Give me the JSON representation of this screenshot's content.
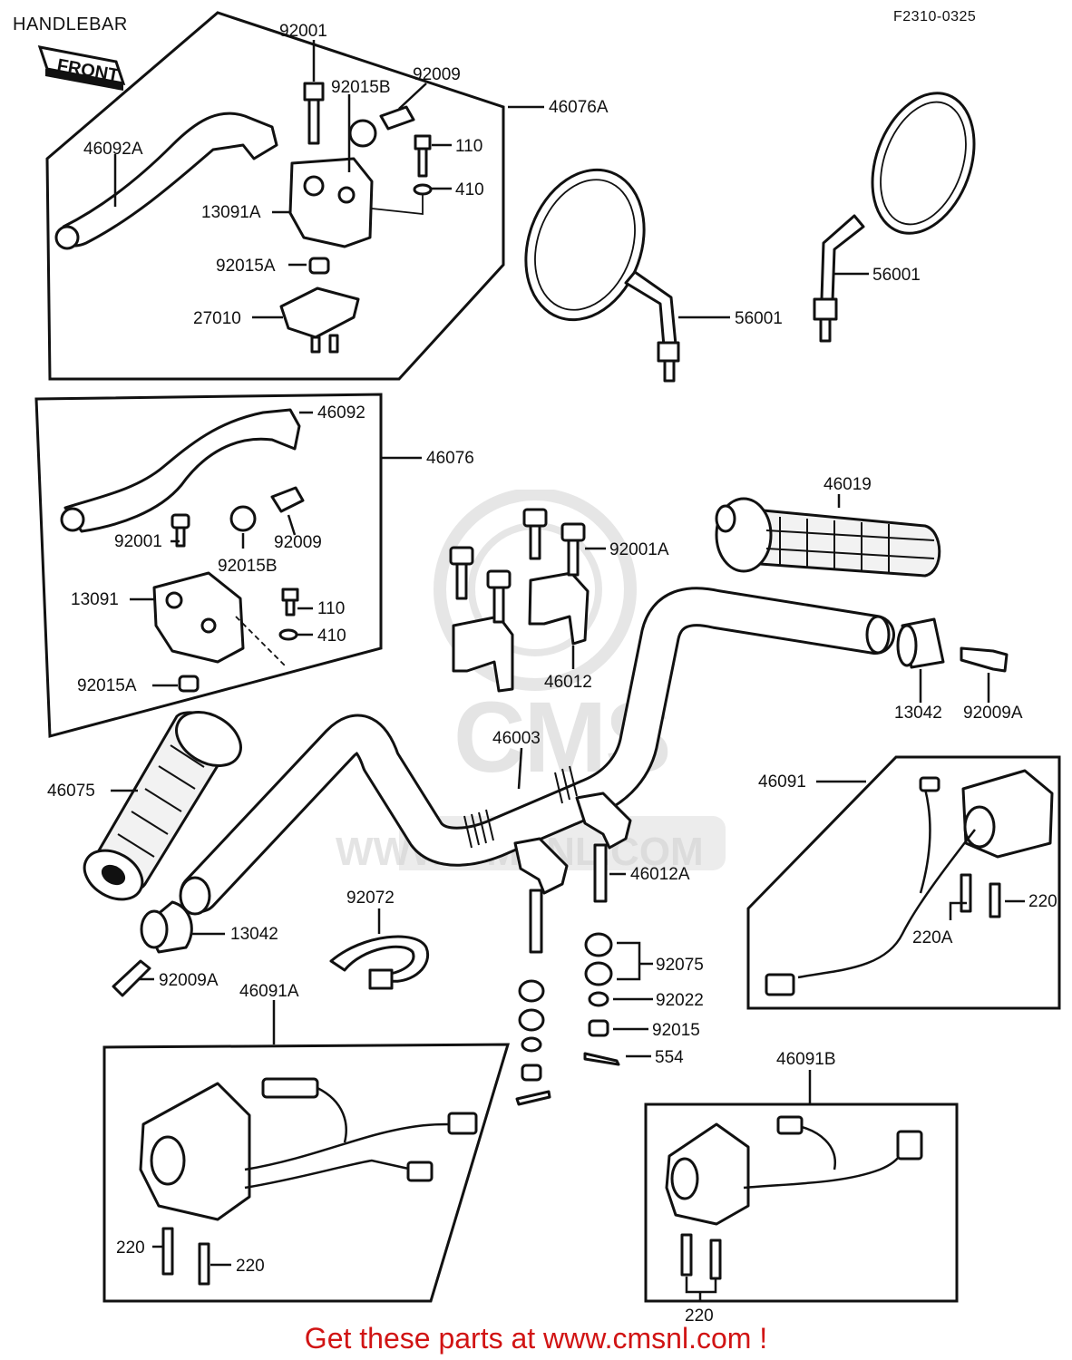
{
  "header": {
    "title": "HANDLEBAR",
    "diagram_code": "F2310-0325"
  },
  "front_marker": "FRONT",
  "watermark": {
    "brand": "CMS",
    "url": "WWW.CMSNL.COM"
  },
  "footer": {
    "text": "Get these parts at www.cmsnl.com !"
  },
  "groups": {
    "clutch_lever_assembly": {
      "label": "46076A",
      "parts": [
        "92001",
        "92015B",
        "92009",
        "110",
        "46092A",
        "410",
        "13091A",
        "92015A",
        "27010"
      ]
    },
    "brake_lever_assembly": {
      "label": "46076",
      "parts": [
        "46092",
        "92001",
        "92009",
        "92015B",
        "13091",
        "110",
        "410",
        "92015A"
      ]
    },
    "switch_right": {
      "label": "46091",
      "parts": [
        "220",
        "220A"
      ]
    },
    "switch_left_a": {
      "label": "46091A",
      "parts": [
        "220",
        "220"
      ]
    },
    "switch_left_b": {
      "label": "46091B",
      "parts": [
        "220"
      ]
    }
  },
  "labels": {
    "p92001_top": "92001",
    "p92015b_top": "92015B",
    "p92009_top": "92009",
    "p46076a": "46076A",
    "p46092a": "46092A",
    "p110_top": "110",
    "p410_top": "410",
    "p13091a": "13091A",
    "p92015a_top": "92015A",
    "p27010": "27010",
    "p56001_l": "56001",
    "p56001_r": "56001",
    "p46092": "46092",
    "p46076": "46076",
    "p92001_mid": "92001",
    "p92009_mid": "92009",
    "p92015b_mid": "92015B",
    "p13091": "13091",
    "p110_mid": "110",
    "p410_mid": "410",
    "p92015a_mid": "92015A",
    "p46019": "46019",
    "p92001a": "92001A",
    "p46012": "46012",
    "p13042_r": "13042",
    "p92009a_r": "92009A",
    "p46003": "46003",
    "p46075": "46075",
    "p46091": "46091",
    "p46012a": "46012A",
    "p92072": "92072",
    "p13042_l": "13042",
    "p92009a_l": "92009A",
    "p220_r": "220",
    "p220a": "220A",
    "p46091a": "46091A",
    "p92075": "92075",
    "p92022": "92022",
    "p92015": "92015",
    "p554": "554",
    "p46091b": "46091B",
    "p220_la1": "220",
    "p220_la2": "220",
    "p220_lb": "220"
  }
}
